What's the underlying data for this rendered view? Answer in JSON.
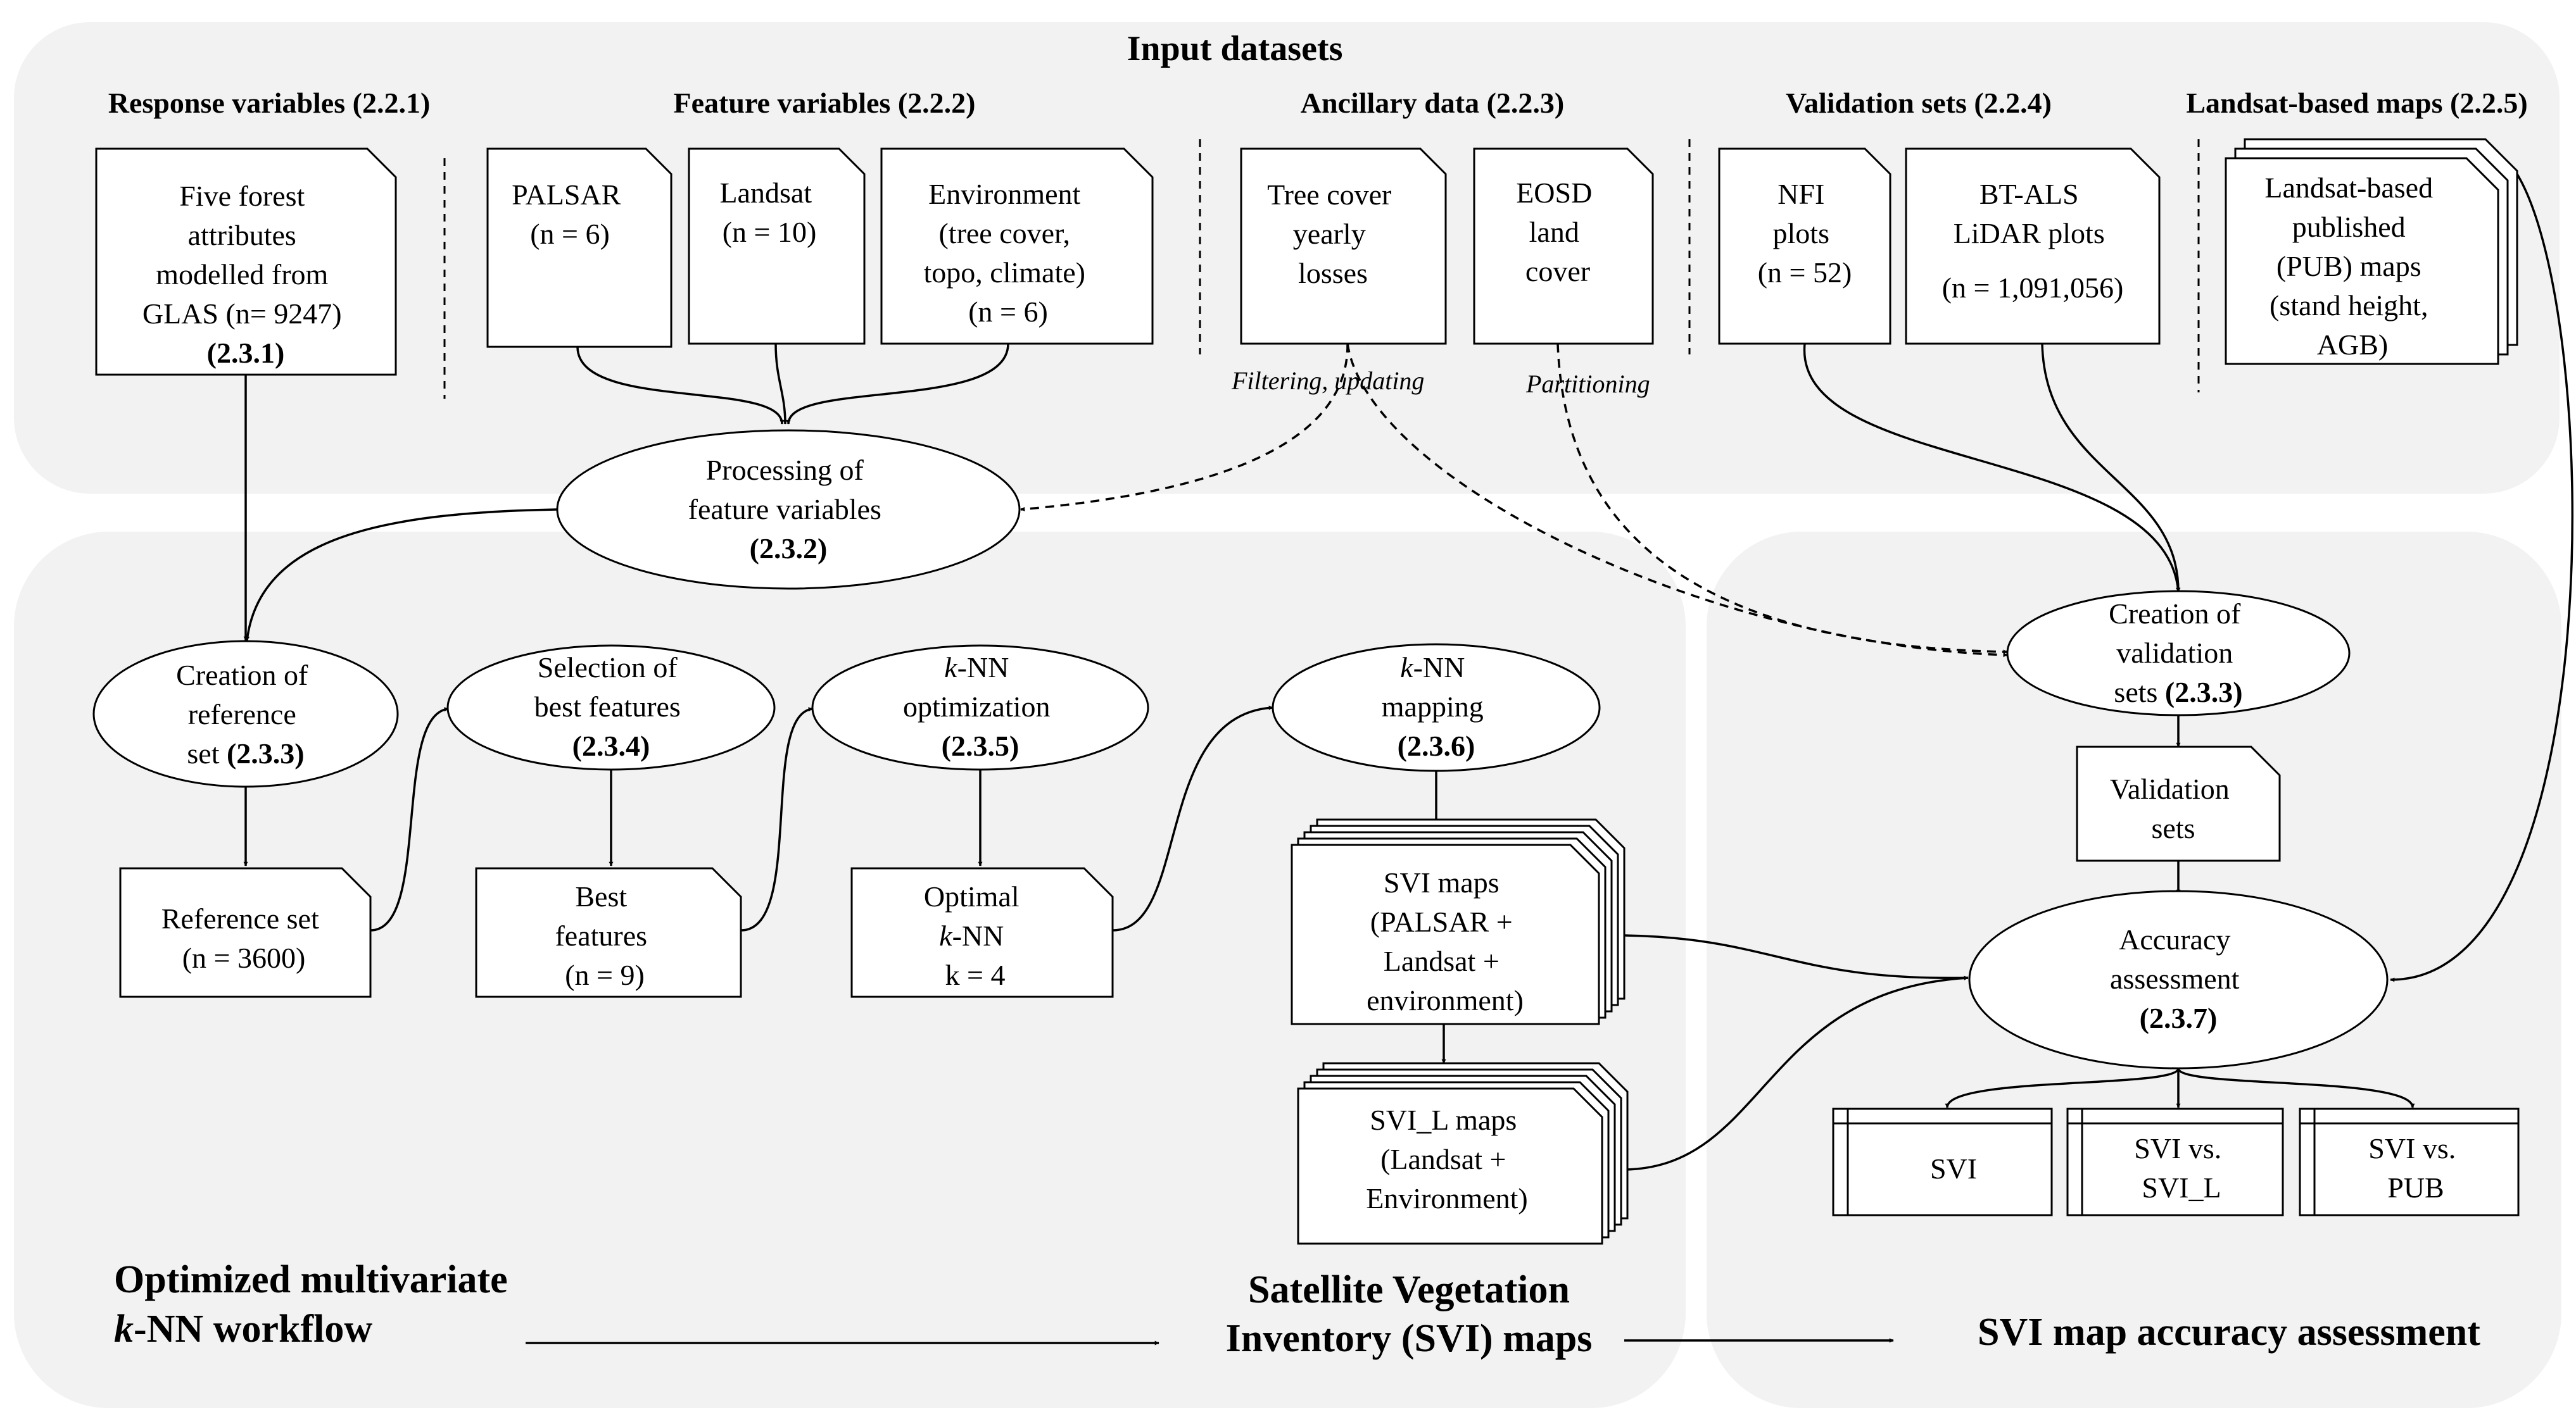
{
  "section_titles": {
    "input": "Input datasets",
    "knn_line1": "Optimized multivariate",
    "knn_line2_k": "k",
    "knn_line2_rest": "-NN workflow",
    "svi_line1": "Satellite Vegetation",
    "svi_line2": "Inventory (SVI) maps",
    "accuracy": "SVI map accuracy assessment"
  },
  "group_headers": {
    "response": "Response variables (2.2.1)",
    "feature": "Feature variables (2.2.2)",
    "ancillary": "Ancillary data (2.2.3)",
    "validation": "Validation sets (2.2.4)",
    "landsat_maps": "Landsat-based maps (2.2.5)"
  },
  "input_docs": {
    "forest": {
      "lines": [
        "Five forest",
        "attributes",
        "modelled  from",
        "GLAS (n= 9247)"
      ],
      "ref": "(2.3.1)"
    },
    "palsar": {
      "lines": [
        "PALSAR",
        "(n = 6)"
      ]
    },
    "landsat": {
      "lines": [
        "Landsat",
        "(n = 10)"
      ]
    },
    "environment": {
      "lines": [
        "Environment",
        "(tree cover,",
        "topo, climate)",
        "(n = 6)"
      ]
    },
    "tree_cover": {
      "lines": [
        "Tree cover",
        "yearly",
        "losses"
      ]
    },
    "eosd": {
      "lines": [
        "EOSD",
        "land",
        "cover"
      ]
    },
    "nfi": {
      "lines": [
        "NFI",
        "plots",
        "(n = 52)"
      ]
    },
    "btals": {
      "lines": [
        "BT-ALS",
        "LiDAR plots",
        "(n = 1,091,056)"
      ]
    },
    "pub": {
      "lines": [
        "Landsat-based",
        "published",
        "(PUB) maps",
        "(stand height,",
        "AGB)"
      ]
    }
  },
  "annotations": {
    "filtering": "Filtering, updating",
    "partitioning": "Partitioning"
  },
  "processes": {
    "processing": {
      "lines": [
        "Processing  of",
        "feature variables"
      ],
      "ref": "(2.3.2)"
    },
    "creation_ref": {
      "lines": [
        "Creation  of",
        "reference"
      ],
      "last": "set ",
      "ref": "(2.3.3)"
    },
    "selection": {
      "lines": [
        "Selection  of",
        "best features"
      ],
      "ref": "(2.3.4)"
    },
    "knn_opt": {
      "k": "k",
      "rest": "-NN",
      "line2": "optimization",
      "ref": "(2.3.5)"
    },
    "knn_map": {
      "k": "k",
      "rest": "-NN",
      "line2": "mapping",
      "ref": "(2.3.6)"
    },
    "creation_val": {
      "lines": [
        "Creation  of",
        "validation"
      ],
      "last": "sets ",
      "ref": "(2.3.3)"
    },
    "accuracy": {
      "lines": [
        "Accuracy",
        "assessment"
      ],
      "ref": "(2.3.7)"
    }
  },
  "outputs": {
    "reference_set": {
      "lines": [
        "Reference  set",
        "(n = 3600)"
      ]
    },
    "best_features": {
      "lines": [
        "Best",
        "features",
        "(n = 9)"
      ]
    },
    "optimal_knn": {
      "line1": "Optimal",
      "k": "k",
      "rest": "-NN",
      "line3": "k = 4"
    },
    "validation_sets": {
      "lines": [
        "Validation",
        "sets"
      ]
    },
    "svi_maps": {
      "lines": [
        "SVI maps",
        "(PALSAR +",
        "Landsat +",
        "environment)"
      ]
    },
    "svil_maps": {
      "lines": [
        "SVI_L maps",
        "(Landsat +",
        "Environment)"
      ]
    }
  },
  "results": {
    "svi": {
      "lines": [
        "SVI"
      ]
    },
    "svi_vs_svil": {
      "lines": [
        "SVI vs.",
        "SVI_L"
      ]
    },
    "svi_vs_pub": {
      "lines": [
        "SVI vs.",
        "PUB"
      ]
    }
  }
}
